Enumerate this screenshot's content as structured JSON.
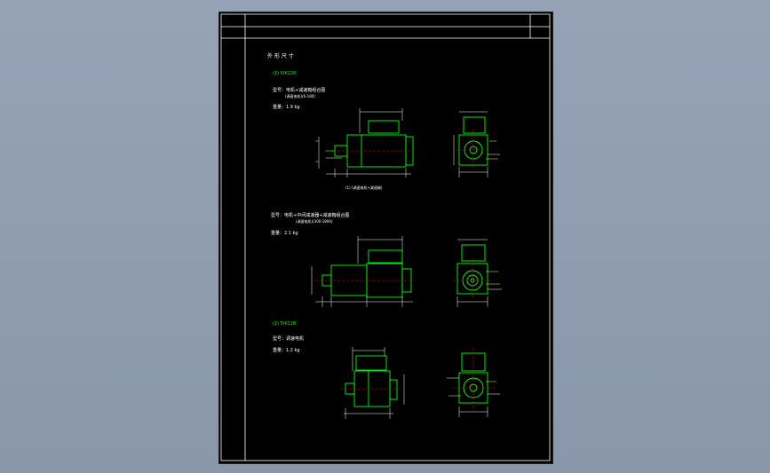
{
  "sheet": {
    "heading": "外 形 尺 寸",
    "sections": [
      {
        "model": "(1) 5IK120",
        "type_label": "型号：电机+减速箱组合图",
        "type_note": "(调速电机)(6-180)",
        "weight_label": "重量：1.9 kg",
        "caption": "(1)  (调速电机+减速箱)"
      },
      {
        "model": "",
        "type_label": "型号：电机+中间减速器+减速箱组合图",
        "type_note": "(调速电机)(300-1800)",
        "weight_label": "重量：2.1 kg",
        "caption": ""
      },
      {
        "model": "(2) 5IK120",
        "type_label": "型号：调速电机",
        "type_note": "",
        "weight_label": "重量：1.2 kg",
        "caption": ""
      }
    ]
  },
  "colors": {
    "background": "#8e9cb0",
    "sheet": "#000000",
    "line": "#ffffff",
    "motor": "#00ff00",
    "center": "#ff0000",
    "dim": "#ffff00"
  }
}
